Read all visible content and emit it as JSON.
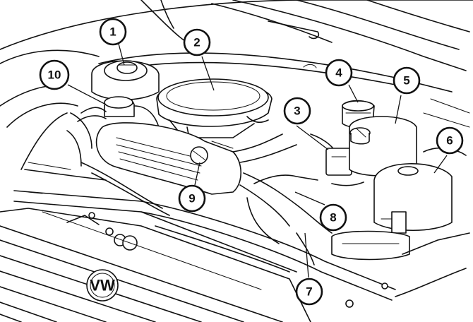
{
  "diagram": {
    "callouts": [
      {
        "label": "1"
      },
      {
        "label": "2"
      },
      {
        "label": "3"
      },
      {
        "label": "4"
      },
      {
        "label": "5"
      },
      {
        "label": "6"
      },
      {
        "label": "7"
      },
      {
        "label": "8"
      },
      {
        "label": "9"
      },
      {
        "label": "10"
      }
    ],
    "logo": {
      "text": "VW"
    }
  }
}
